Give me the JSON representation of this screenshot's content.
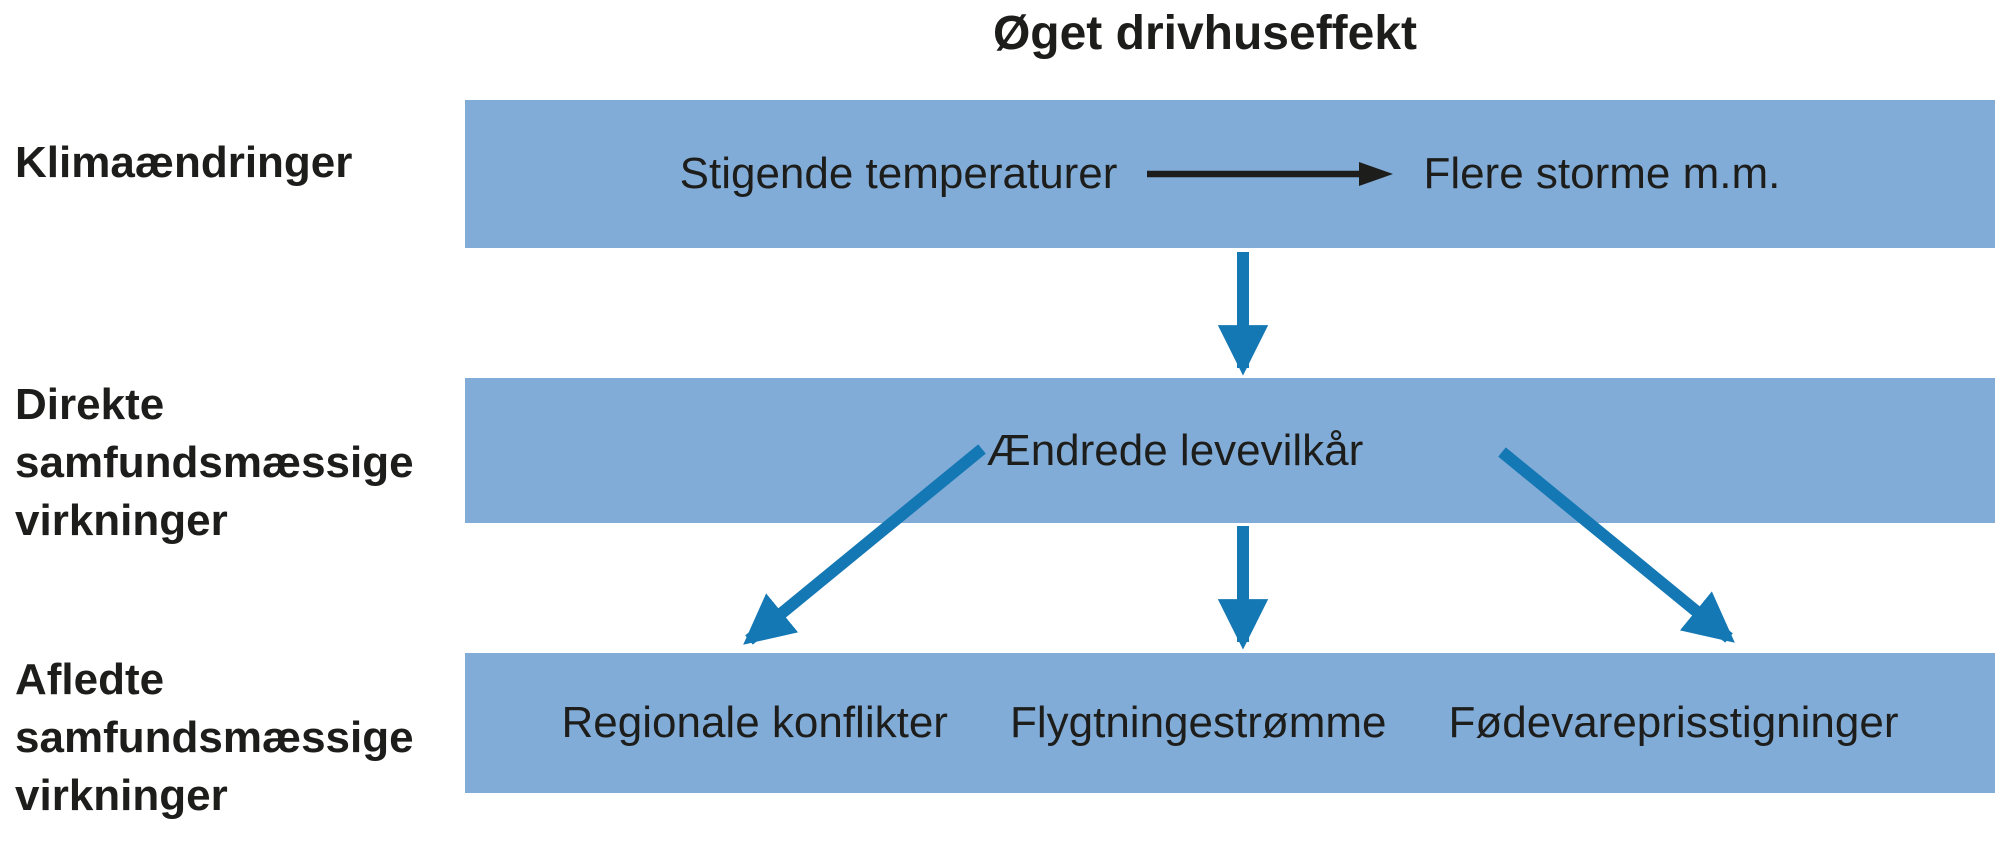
{
  "title": "Øget drivhuseffekt",
  "colors": {
    "bar_fill": "#82acd8",
    "arrow_blue": "#1478b4",
    "arrow_black": "#1d1d1b",
    "text": "#1d1d1b"
  },
  "rows": {
    "climate": {
      "label": "Klimaændringer",
      "item_left": "Stigende temperaturer",
      "item_right": "Flere storme m.m."
    },
    "direct": {
      "label": "Direkte samfundsmæssige virkninger",
      "item": "Ændrede levevilkår"
    },
    "derived": {
      "label": "Afledte samfundsmæssige virkninger",
      "item_left": "Regionale konflikter",
      "item_middle": "Flygtningestrømme",
      "item_right": "Fødevareprisstigninger"
    }
  },
  "icons": {
    "right_arrow": "black-right-arrow",
    "down_arrow_top": "blue-down-arrow",
    "down_left_arrow": "blue-down-left-arrow",
    "down_arrow_middle": "blue-down-arrow",
    "down_right_arrow": "blue-down-right-arrow"
  }
}
